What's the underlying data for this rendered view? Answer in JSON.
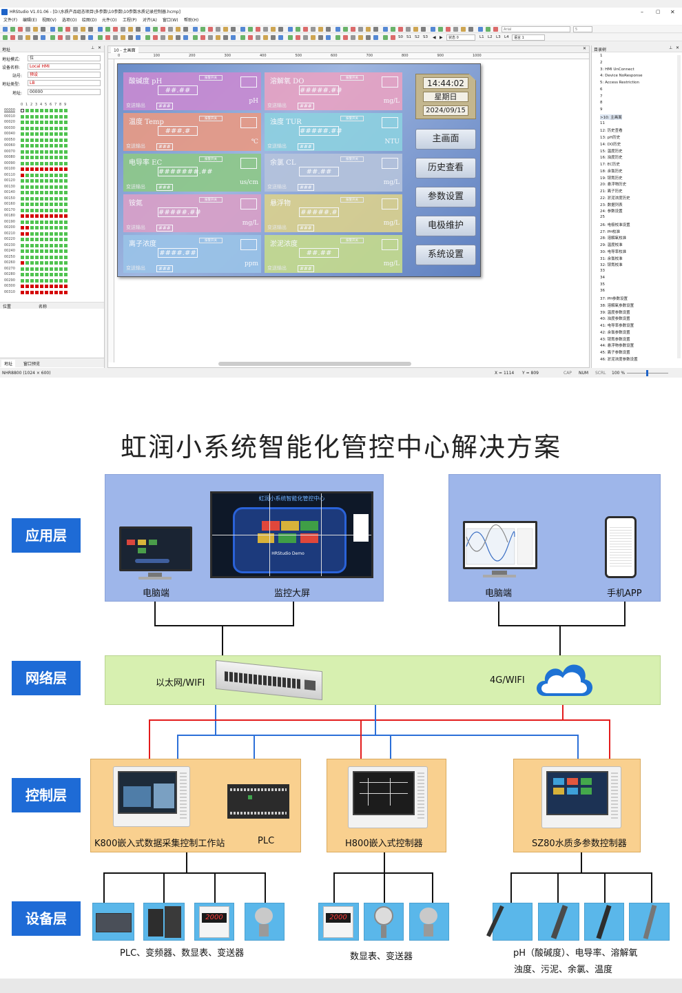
{
  "ide": {
    "title": "HRStudio V1.01.06 - [D:\\水质产品组态项目\\多参数\\10参数\\10参数水质记录控制器.hcmp]",
    "menu": [
      "文件(F)",
      "编辑(E)",
      "视图(V)",
      "选项(O)",
      "绘图(D)",
      "元件(O)",
      "工程(P)",
      "对齐(A)",
      "窗口(W)",
      "帮助(H)"
    ],
    "toolbar_font": "Arial",
    "toolbar_size": "5",
    "toolbar_s": [
      "S0",
      "S1",
      "S2",
      "S3"
    ],
    "toolbar_state": "状态 0",
    "toolbar_l": [
      "L1",
      "L2",
      "L3",
      "L4"
    ],
    "toolbar_lang": "语言 1",
    "left": {
      "title": "地址",
      "rows": [
        {
          "label": "地址模式:",
          "value": "位"
        },
        {
          "label": "设备名称:",
          "value": "Local HMI"
        },
        {
          "label": "站号:",
          "value": "预设"
        },
        {
          "label": "地址类型:",
          "value": "LB"
        },
        {
          "label": "地址:",
          "value": "00000"
        }
      ],
      "cols": [
        "0",
        "1",
        "2",
        "3",
        "4",
        "5",
        "6",
        "7",
        "8",
        "9"
      ],
      "addrs": [
        "00000",
        "00010",
        "00020",
        "00030",
        "00040",
        "00050",
        "00060",
        "00070",
        "00080",
        "00090",
        "00100",
        "00110",
        "00120",
        "00130",
        "00140",
        "00150",
        "00160",
        "00170",
        "00180",
        "00190",
        "00200",
        "00210",
        "00220",
        "00230",
        "00240",
        "00250",
        "00260",
        "00270",
        "00280",
        "00290",
        "00300",
        "00310"
      ],
      "footer_pos": "位置",
      "footer_name": "名称",
      "tab_addr": "地址",
      "tab_preview": "窗口预览"
    },
    "canvas_tab": "10 - 主画面",
    "ruler": [
      "0",
      "100",
      "200",
      "300",
      "400",
      "500",
      "600",
      "700",
      "800",
      "900",
      "1000"
    ],
    "hmi": {
      "time": "14:44:02",
      "weekday": "星期日",
      "date": "2024/09/15",
      "small": "报警开关",
      "out_label": "变送输出",
      "out_val": "###",
      "cells": [
        {
          "name": "酸碱度 pH",
          "val": "##.##",
          "unit": "pH",
          "color": "#c78bd2"
        },
        {
          "name": "溶解氧 DO",
          "val": "#####.##",
          "unit": "mg/L",
          "color": "#e6a3c4"
        },
        {
          "name": "温度 Temp",
          "val": "###.#",
          "unit": "℃",
          "color": "#e79a86"
        },
        {
          "name": "浊度 TUR",
          "val": "#####.##",
          "unit": "NTU",
          "color": "#8dd0e0"
        },
        {
          "name": "电导率 EC",
          "val": "#######.##",
          "unit": "us/cm",
          "color": "#8ec88a"
        },
        {
          "name": "余氯 CL",
          "val": "##.##",
          "unit": "mg/L",
          "color": "#b5c3dc"
        },
        {
          "name": "铵氮",
          "val": "#####.##",
          "unit": "mg/L",
          "color": "#d8a0c8"
        },
        {
          "name": "悬浮物",
          "val": "#####.#",
          "unit": "mg/L",
          "color": "#d9d08f"
        },
        {
          "name": "离子浓度",
          "val": "####.##",
          "unit": "ppm",
          "color": "#9ac3e8"
        },
        {
          "name": "淤泥浓度",
          "val": "##.##",
          "unit": "mg/L",
          "color": "#c4da8e"
        }
      ],
      "buttons": [
        "主画面",
        "历史查看",
        "参数设置",
        "电极维护",
        "系统设置"
      ]
    },
    "right": {
      "title": "目录树",
      "items": [
        "1",
        "2",
        "3: HMI UnConnect",
        "4: Device NoResponse",
        "5: Access Restriction",
        "6",
        "7",
        "8",
        "9",
        ">10: 主画面",
        "11",
        "12: 历史查看",
        "13: pH历史",
        "14: DO历史",
        "15: 温度历史",
        "16: 浊度历史",
        "17: EC历史",
        "18: 余氯历史",
        "19: 铵氮历史",
        "20: 悬浮物历史",
        "21: 离子历史",
        "22: 淤泥浓度历史",
        "23: 数据列表",
        "24: 参数设置",
        "25",
        "26: 电极校准设置",
        "27: PH校准",
        "28: 溶解氧校准",
        "29: 温度校准",
        "30: 电导率校准",
        "31: 余氯校准",
        "32: 铵氮校准",
        "33",
        "34",
        "35",
        "36",
        "37: PH参数设置",
        "38: 溶解氧参数设置",
        "39: 温度参数设置",
        "40: 浊度参数设置",
        "41: 电导率参数设置",
        "42: 余氯参数设置",
        "43: 铵氮参数设置",
        "44: 悬浮物参数设置",
        "45: 离子参数设置",
        "46: 淤泥浓度参数设置"
      ]
    },
    "status": {
      "left": "NHR8800 (1024 × 600)",
      "x": "X = 1114",
      "y": "Y = 809",
      "cap": "CAP",
      "num": "NUM",
      "scrl": "SCRL",
      "zoom": "100 %"
    }
  },
  "diagram": {
    "title": "虹润小系统智能化管控中心解决方案",
    "layers": [
      "应用层",
      "网络层",
      "控制层",
      "设备层"
    ],
    "app_left": [
      "电脑端",
      "监控大屏"
    ],
    "screen_title": "虹润小系统智能化管控中心",
    "screen_demo": "HRStudio Demo",
    "app_right": [
      "电脑端",
      "手机APP"
    ],
    "network": [
      "以太网/WIFI",
      "4G/WIFI"
    ],
    "controllers": [
      "K800嵌入式数据采集控制工作站",
      "PLC",
      "H800嵌入式控制器",
      "SZ80水质多参数控制器"
    ],
    "devices": [
      "PLC、变频器、数显表、变送器",
      "数显表、变送器",
      "pH（酸碱度）、电导率、溶解氧",
      "浊度、污泥、余氯、温度"
    ],
    "display_value": "2000"
  },
  "colors": {
    "layer": "#1e6bd6",
    "app_panel": "#9eb6ea",
    "net_panel": "#d7f0b0",
    "ctrl_panel": "#f9d08f",
    "device": "#5ab7ea",
    "red_line": "#e31b1b",
    "blue_line": "#2b6fd8"
  }
}
